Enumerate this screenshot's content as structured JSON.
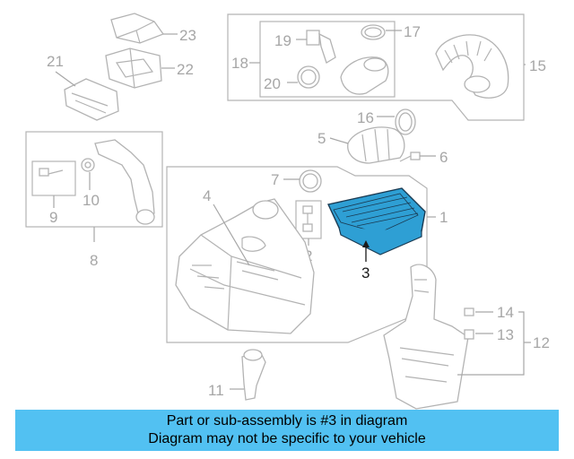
{
  "callouts": {
    "c1": "1",
    "c2": "2",
    "c3": "3",
    "c4": "4",
    "c5": "5",
    "c6": "6",
    "c7": "7",
    "c8": "8",
    "c9": "9",
    "c10": "10",
    "c11": "11",
    "c12": "12",
    "c13": "13",
    "c14": "14",
    "c15": "15",
    "c16": "16",
    "c17": "17",
    "c18": "18",
    "c19": "19",
    "c20": "20",
    "c21": "21",
    "c22": "22",
    "c23": "23"
  },
  "highlighted_part": "3",
  "colors": {
    "highlight_fill": "#2e9fd4",
    "banner_bg": "#52c1f2",
    "line_gray": "#b3b3b3"
  },
  "banner": {
    "line1": "Part or sub-assembly is #3 in diagram",
    "line2": "Diagram may not be specific to your vehicle"
  }
}
